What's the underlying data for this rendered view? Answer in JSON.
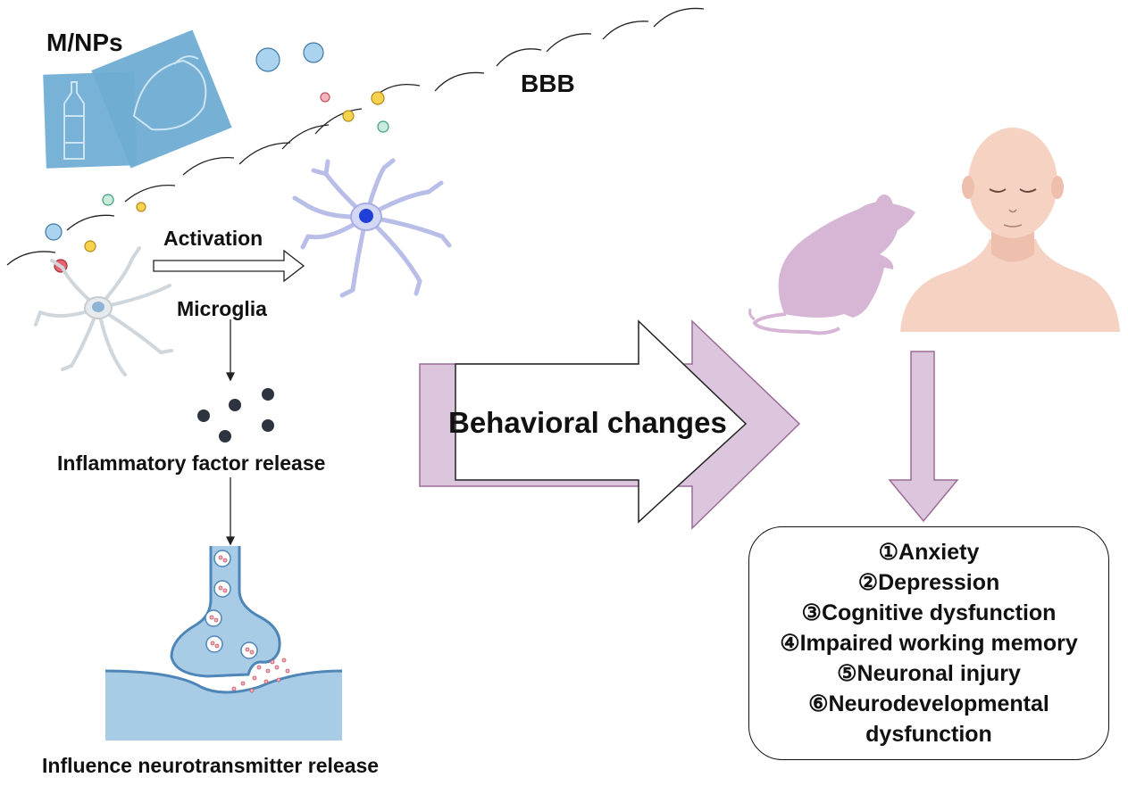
{
  "labels": {
    "mnps": "M/NPs",
    "bbb": "BBB",
    "activation": "Activation",
    "microglia": "Microglia",
    "inflammatory": "Inflammatory factor release",
    "neurotransmitter": "Influence neurotransmitter release",
    "behavioral": "Behavioral changes"
  },
  "outcomes": [
    "①Anxiety",
    "②Depression",
    "③Cognitive dysfunction",
    "④Impaired working memory",
    "⑤Neuronal injury",
    "⑥Neurodevelopmental",
    "dysfunction"
  ],
  "colors": {
    "arrow_fill": "#dcc6de",
    "arrow_stroke": "#9c6b97",
    "plastic_card": "#78b2d6",
    "synapse_fill": "#a8cbe6",
    "synapse_stroke": "#4f86b8",
    "mouse": "#d6b6d4",
    "skin": "#f6d2c3",
    "factor_dots": "#2d3440",
    "particle_blue": "#a9d3ef",
    "particle_yellow": "#f7d24f",
    "particle_red": "#e8636d",
    "particle_mint": "#c9ecdd",
    "particle_pink": "#f4b5c0"
  },
  "icons": [
    "plastic-bottle-icon",
    "plastic-bag-icon",
    "microglia-resting-icon",
    "microglia-activated-icon",
    "mouse-icon",
    "human-head-icon",
    "synapse-icon"
  ]
}
